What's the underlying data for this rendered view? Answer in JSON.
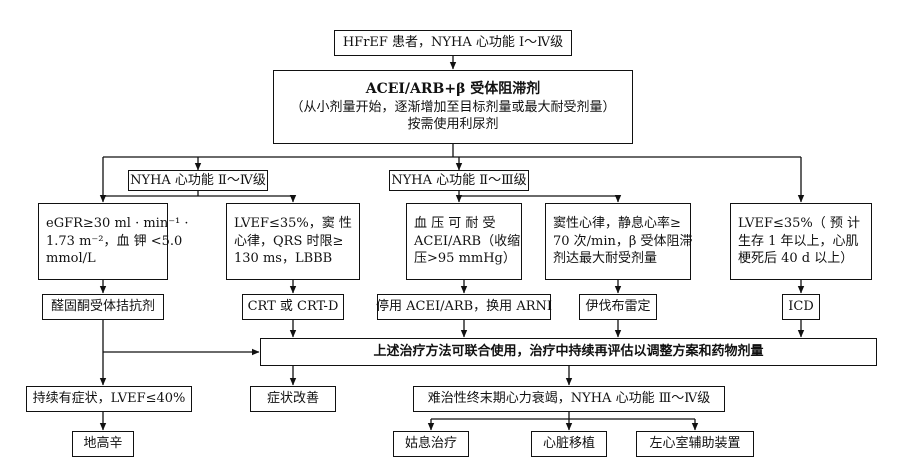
{
  "diagram": {
    "start": "HFrEF 患者，NYHA 心功能 Ⅰ～Ⅳ级",
    "first_line": {
      "title": "ACEI/ARB+β 受体阻滞剂",
      "note": "（从小剂量开始，逐渐增加至目标剂量或最大耐受剂量）",
      "diuretic": "按需使用利尿剂"
    },
    "branch_left": "NYHA 心功能 Ⅱ～Ⅳ级",
    "branch_right": "NYHA 心功能 Ⅱ～Ⅲ级",
    "criteria": [
      [
        "eGFR≥30 ml · min⁻¹ ·",
        "1.73 m⁻²，血 钾 <5.0",
        "mmol/L"
      ],
      [
        "LVEF≤35%，窦 性",
        "心律，QRS 时限≥",
        "130 ms，LBBB"
      ],
      [
        "血 压 可 耐 受",
        "ACEI/ARB（收缩",
        "压>95 mmHg）"
      ],
      [
        "窦性心律，静息心率≥",
        "70 次/min，β 受体阻滞",
        "剂达最大耐受剂量"
      ],
      [
        "LVEF≤35%（ 预 计",
        "生存 1 年以上，心肌",
        "梗死后 40 d 以上）"
      ]
    ],
    "treatments": {
      "mra": "醛固酮受体拮抗剂",
      "crt": "CRT 或 CRT-D",
      "arni": "停用 ACEI/ARB，换用 ARNI",
      "ivabradine": "伊伐布雷定",
      "icd": "ICD"
    },
    "combine": "上述治疗方法可联合使用，治疗中持续再评估以调整方案和药物剂量",
    "persistent": "持续有症状，LVEF≤40%",
    "digoxin": "地高辛",
    "improved": "症状改善",
    "refractory": "难治性终末期心力衰竭，NYHA 心功能 Ⅲ～Ⅳ级",
    "end_options": [
      "姑息治疗",
      "心脏移植",
      "左心室辅助装置"
    ]
  }
}
